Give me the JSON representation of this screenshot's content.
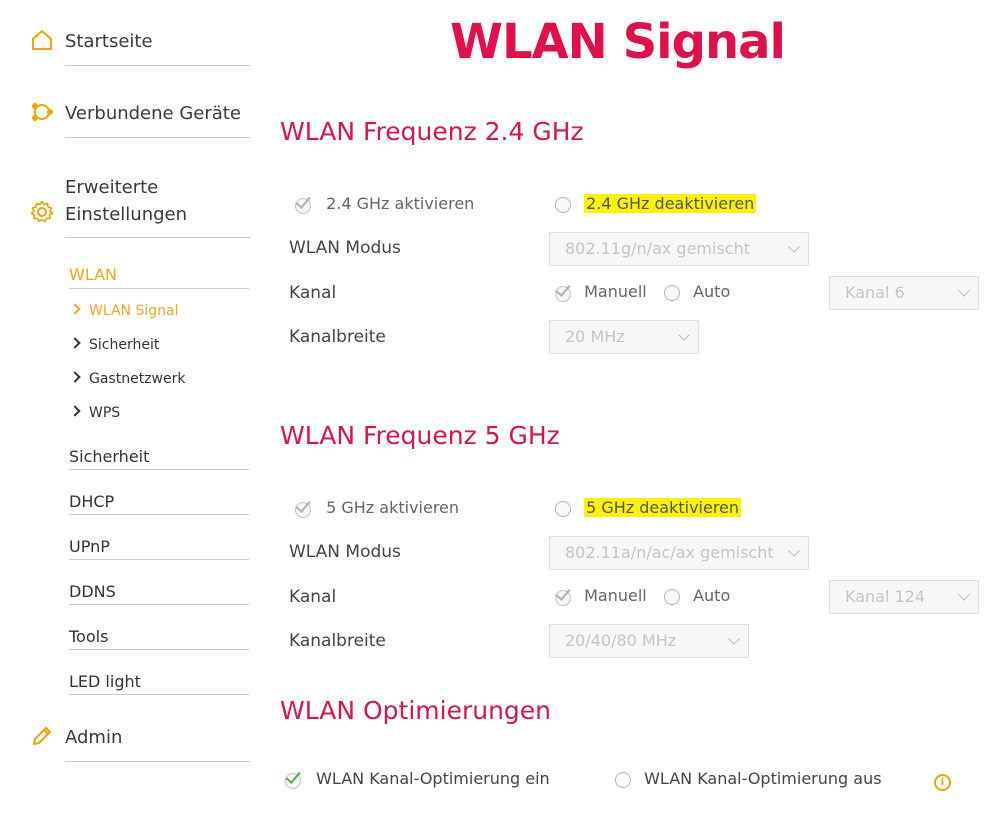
{
  "page": {
    "title": "WLAN Signal"
  },
  "sidebar": {
    "main": [
      {
        "label": "Startseite",
        "icon": "home-icon"
      },
      {
        "label": "Verbundene Geräte",
        "icon": "devices-icon"
      },
      {
        "label_line1": "Erweiterte",
        "label_line2": "Einstellungen",
        "icon": "gear-icon"
      },
      {
        "label": "Admin",
        "icon": "pencil-icon"
      }
    ],
    "section": "WLAN",
    "sub_items": [
      "WLAN Signal",
      "Sicherheit",
      "Gastnetzwerk",
      "WPS"
    ],
    "groups": [
      "Sicherheit",
      "DHCP",
      "UPnP",
      "DDNS",
      "Tools",
      "LED light"
    ]
  },
  "band24": {
    "title": "WLAN Frequenz 2.4 GHz",
    "enable": "2.4 GHz aktivieren",
    "disable": "2.4 GHz deaktivieren",
    "mode_label": "WLAN Modus",
    "mode_value": "802.11g/n/ax gemischt",
    "channel_label": "Kanal",
    "manual": "Manuell",
    "auto": "Auto",
    "channel_value": "Kanal 6",
    "width_label": "Kanalbreite",
    "width_value": "20 MHz"
  },
  "band5": {
    "title": "WLAN Frequenz 5 GHz",
    "enable": "5 GHz aktivieren",
    "disable": "5 GHz deaktivieren",
    "mode_label": "WLAN Modus",
    "mode_value": "802.11a/n/ac/ax gemischt",
    "channel_label": "Kanal",
    "manual": "Manuell",
    "auto": "Auto",
    "channel_value": "Kanal 124",
    "width_label": "Kanalbreite",
    "width_value": "20/40/80 MHz"
  },
  "optim": {
    "title": "WLAN Optimierungen",
    "on": "WLAN Kanal-Optimierung ein",
    "off": "WLAN Kanal-Optimierung aus",
    "info_icon": "i"
  },
  "colors": {
    "accent": "#e2104a",
    "nav_accent": "#f5a623",
    "highlight": "#fff200",
    "check_green": "#4bb543"
  }
}
